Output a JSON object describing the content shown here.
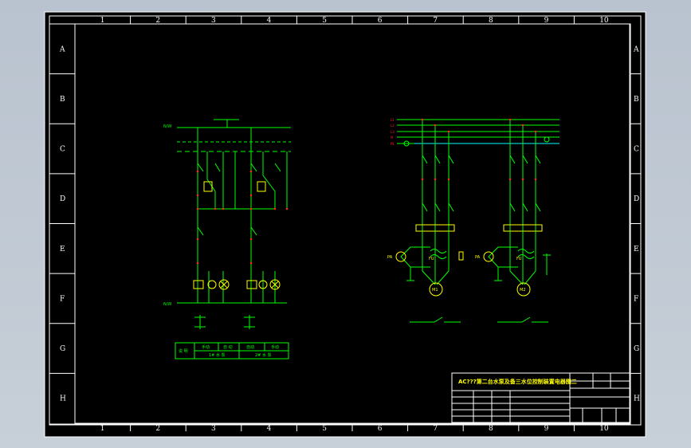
{
  "drawing": {
    "col_labels": [
      "1",
      "2",
      "3",
      "4",
      "5",
      "6",
      "7",
      "8",
      "9",
      "10"
    ],
    "row_labels": [
      "A",
      "B",
      "C",
      "D",
      "E",
      "F",
      "G",
      "H"
    ],
    "title_block": {
      "title": "AC???第二台水泵及备三水位控制装置电器图二"
    }
  },
  "colors": {
    "viewport": "#c0c8d2",
    "sheet": "#000000",
    "border": "#ffffff",
    "wire": "#00ff00",
    "label": "#ff2020",
    "device": "#ffff00",
    "accent_cyan": "#00ffff"
  },
  "left_circuit": {
    "bus_top_label": "N/W",
    "bus_bottom_label": "N/W",
    "legend_table_cells": [
      "说 明",
      "手动",
      "自 动",
      "自动",
      "手动",
      "1# 水 泵",
      "2# 水 泵"
    ]
  },
  "right_circuit": {
    "bus_labels": [
      "L1",
      "L2",
      "L3",
      "N",
      "PE"
    ],
    "motor_labels": [
      "M1",
      "M2"
    ],
    "gauge_labels": [
      "PA",
      "PA"
    ],
    "fuse_labels": [
      "FU",
      "FU"
    ]
  }
}
